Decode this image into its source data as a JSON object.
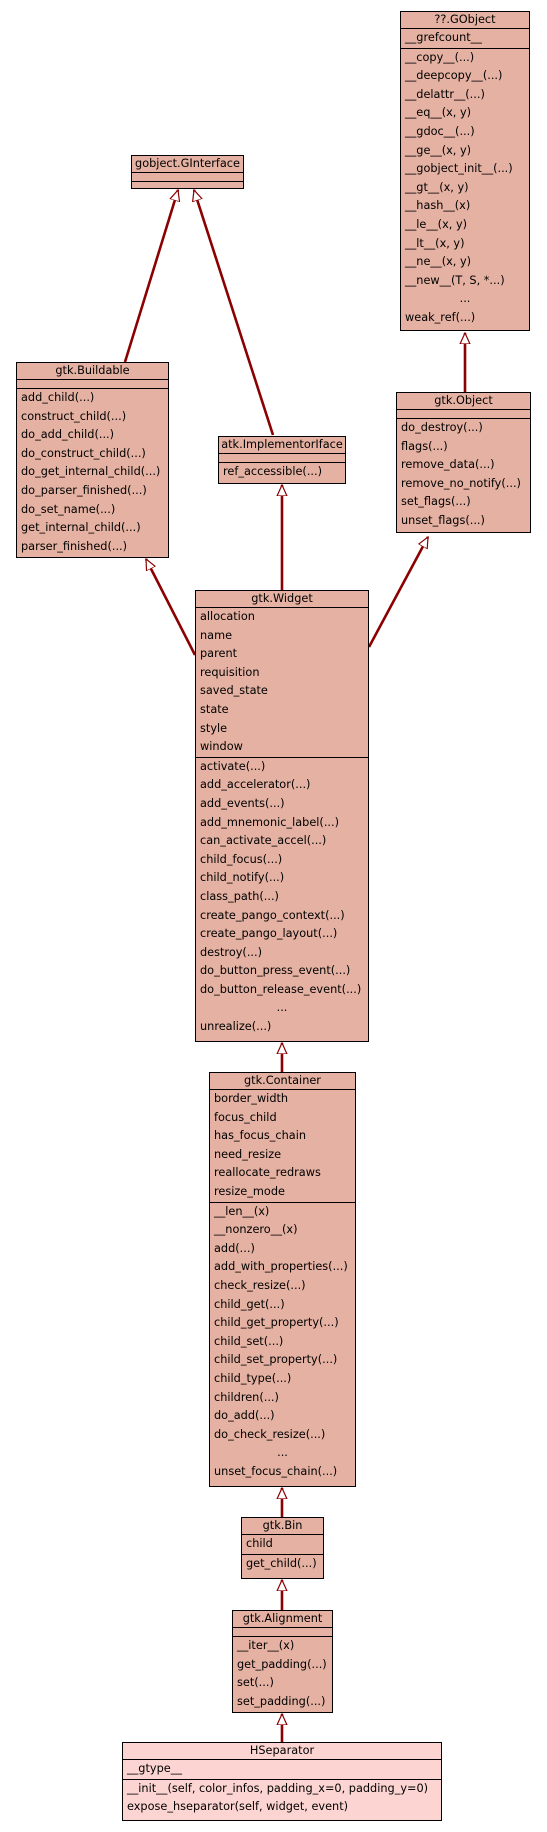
{
  "classes": {
    "gobject_ginterface": {
      "title": "gobject.GInterface",
      "attrs": [],
      "methods": []
    },
    "gobject_gobject": {
      "title": "??.GObject",
      "attrs": [
        "__grefcount__"
      ],
      "methods": [
        "__copy__(...)",
        "__deepcopy__(...)",
        "__delattr__(...)",
        "__eq__(x, y)",
        "__gdoc__(...)",
        "__ge__(x, y)",
        "__gobject_init__(...)",
        "__gt__(x, y)",
        "__hash__(x)",
        "__le__(x, y)",
        "__lt__(x, y)",
        "__ne__(x, y)",
        "__new__(T, S, *...)",
        "...",
        "weak_ref(...)"
      ]
    },
    "gtk_buildable": {
      "title": "gtk.Buildable",
      "attrs": [],
      "methods": [
        "add_child(...)",
        "construct_child(...)",
        "do_add_child(...)",
        "do_construct_child(...)",
        "do_get_internal_child(...)",
        "do_parser_finished(...)",
        "do_set_name(...)",
        "get_internal_child(...)",
        "parser_finished(...)"
      ]
    },
    "atk_implementoriface": {
      "title": "atk.ImplementorIface",
      "attrs": [],
      "methods": [
        "ref_accessible(...)"
      ]
    },
    "gtk_object": {
      "title": "gtk.Object",
      "attrs": [],
      "methods": [
        "do_destroy(...)",
        "flags(...)",
        "remove_data(...)",
        "remove_no_notify(...)",
        "set_flags(...)",
        "unset_flags(...)"
      ]
    },
    "gtk_widget": {
      "title": "gtk.Widget",
      "attrs": [
        "allocation",
        "name",
        "parent",
        "requisition",
        "saved_state",
        "state",
        "style",
        "window"
      ],
      "methods": [
        "activate(...)",
        "add_accelerator(...)",
        "add_events(...)",
        "add_mnemonic_label(...)",
        "can_activate_accel(...)",
        "child_focus(...)",
        "child_notify(...)",
        "class_path(...)",
        "create_pango_context(...)",
        "create_pango_layout(...)",
        "destroy(...)",
        "do_button_press_event(...)",
        "do_button_release_event(...)",
        "...",
        "unrealize(...)"
      ]
    },
    "gtk_container": {
      "title": "gtk.Container",
      "attrs": [
        "border_width",
        "focus_child",
        "has_focus_chain",
        "need_resize",
        "reallocate_redraws",
        "resize_mode"
      ],
      "methods": [
        "__len__(x)",
        "__nonzero__(x)",
        "add(...)",
        "add_with_properties(...)",
        "check_resize(...)",
        "child_get(...)",
        "child_get_property(...)",
        "child_set(...)",
        "child_set_property(...)",
        "child_type(...)",
        "children(...)",
        "do_add(...)",
        "do_check_resize(...)",
        "...",
        "unset_focus_chain(...)"
      ]
    },
    "gtk_bin": {
      "title": "gtk.Bin",
      "attrs": [
        "child"
      ],
      "methods": [
        "get_child(...)"
      ]
    },
    "gtk_alignment": {
      "title": "gtk.Alignment",
      "attrs": [],
      "methods": [
        "__iter__(x)",
        "get_padding(...)",
        "set(...)",
        "set_padding(...)"
      ]
    },
    "hseparator": {
      "title": "HSeparator",
      "attrs": [
        "__gtype__"
      ],
      "methods": [
        "__init__(self, color_infos, padding_x=0, padding_y=0)",
        "expose_hseparator(self, widget, event)"
      ]
    }
  },
  "colors": {
    "box_fill": "#e4b1a2",
    "highlight_fill": "#fcd4d1",
    "edge": "#8b0000"
  }
}
